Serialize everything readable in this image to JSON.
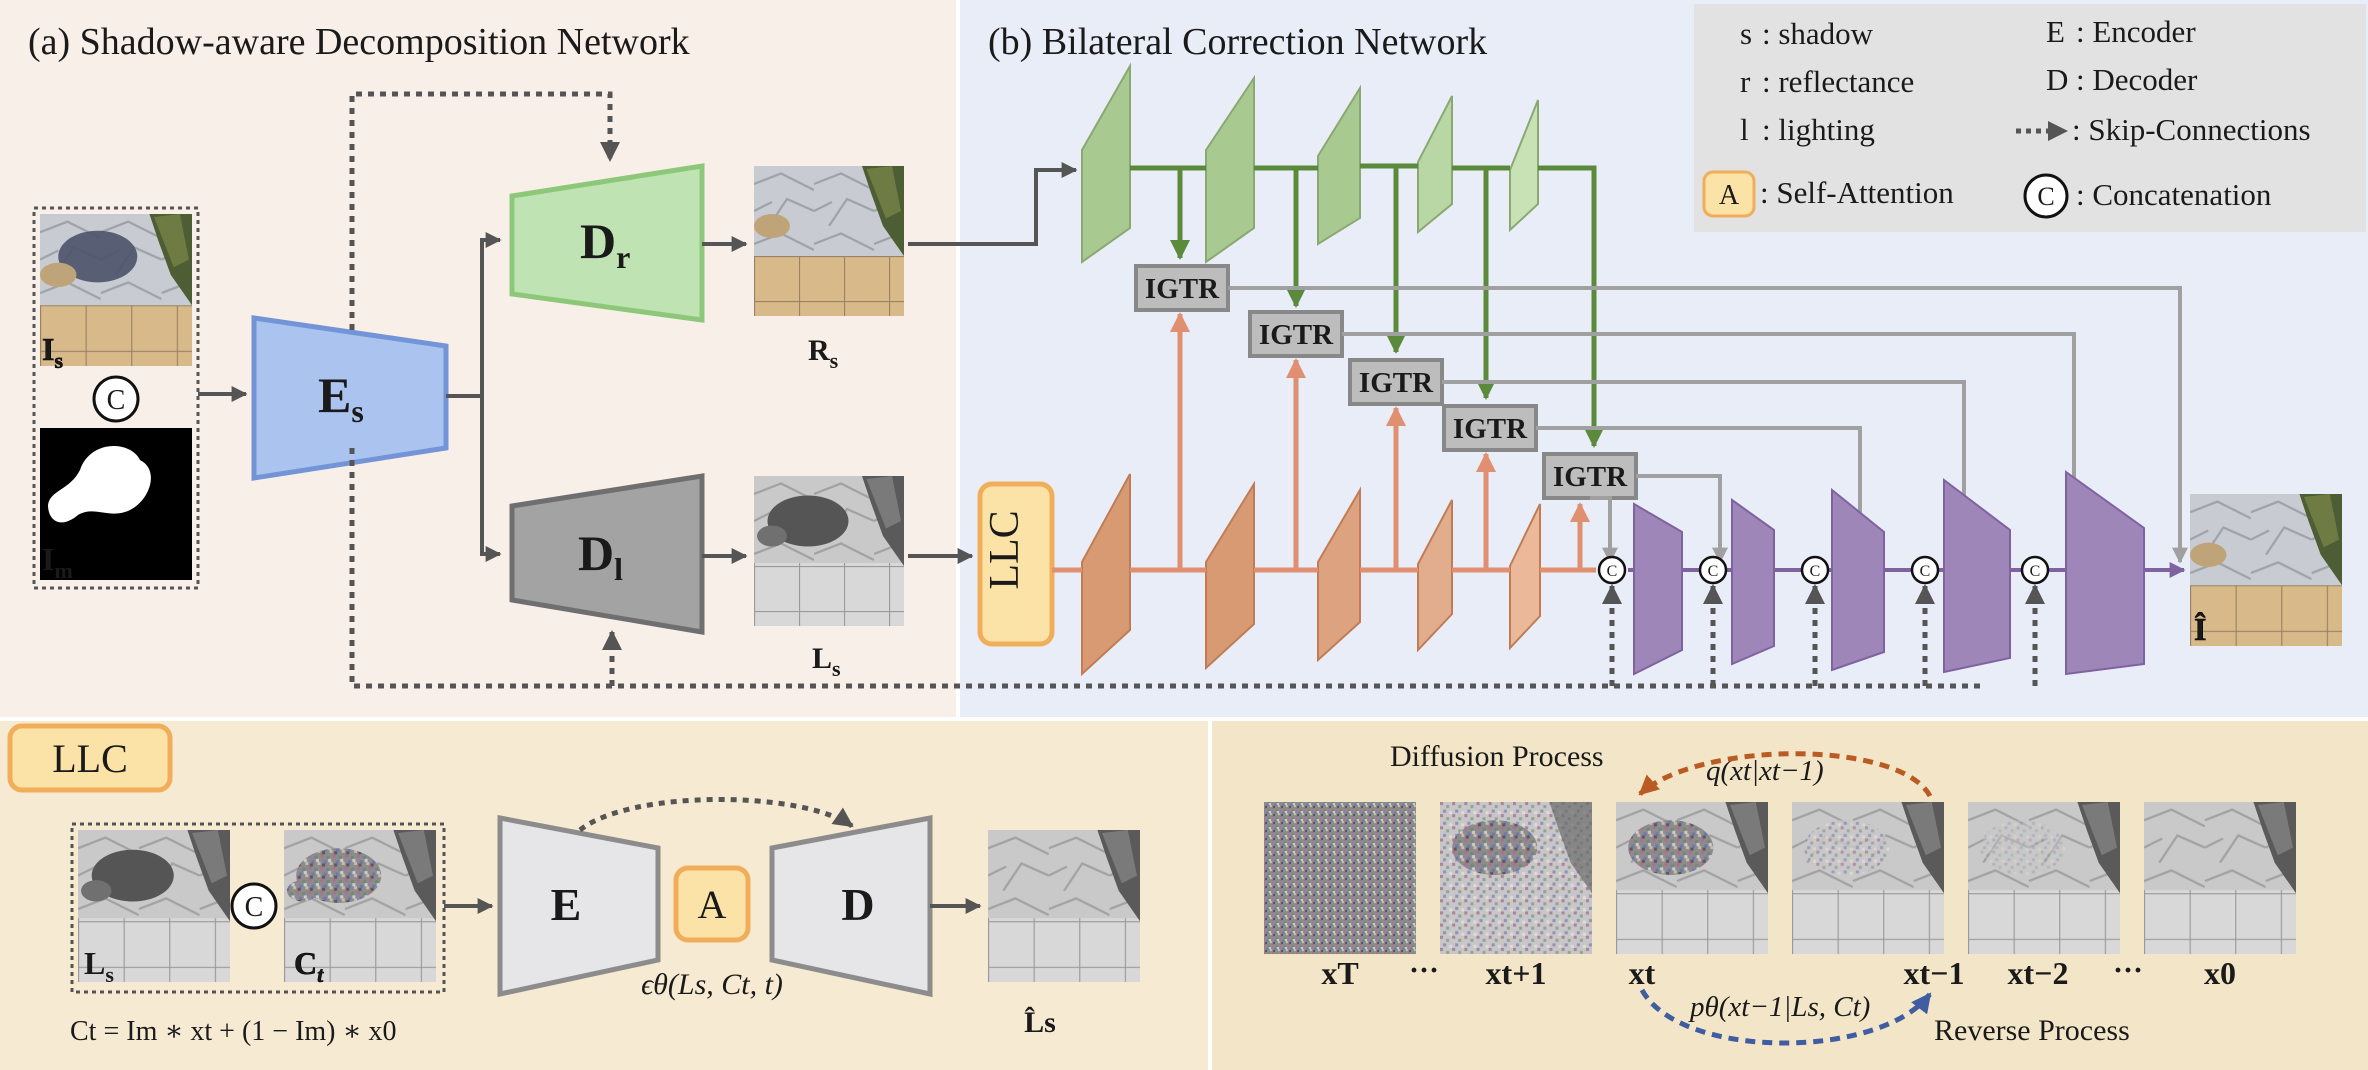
{
  "panel_a": {
    "title": "(a) Shadow-aware Decomposition Network"
  },
  "panel_b": {
    "title": "(b) Bilateral Correction Network"
  },
  "legend": {
    "s_key": "s",
    "s_desc": ": shadow",
    "r_key": "r",
    "r_desc": ": reflectance",
    "l_key": "l",
    "l_desc": ": lighting",
    "a_key": "A",
    "a_desc": ": Self-Attention",
    "e_key": "E",
    "e_desc": ": Encoder",
    "d_key": "D",
    "d_desc": ": Decoder",
    "skip_desc": ": Skip-Connections",
    "c_key": "C",
    "c_desc": ": Concatenation"
  },
  "labels": {
    "Es_main": "E",
    "Es_sub": "s",
    "Dr_main": "D",
    "Dr_sub": "r",
    "Dl_main": "D",
    "Dl_sub": "l",
    "Is_main": "I",
    "Is_sub": "s",
    "Im_main": "I",
    "Im_sub": "m",
    "Rs_main": "R",
    "Rs_sub": "s",
    "Ls_main": "L",
    "Ls_sub": "s",
    "llc_block": "LLC",
    "igtr": "IGTR",
    "output": "Î",
    "concat": "C"
  },
  "llc_panel": {
    "tag": "LLC",
    "encoder": "E",
    "attention": "A",
    "decoder": "D",
    "ls_label": "L",
    "ls_sub": "s",
    "ct_label": "C",
    "ct_sub": "t",
    "eps": "ϵθ(Ls, Ct, t)",
    "out_label": "L̂s",
    "formula": "Ct = Im ∗ xt + (1 − Im) ∗ x0"
  },
  "diffusion_panel": {
    "diffusion_label": "Diffusion Process",
    "reverse_label": "Reverse Process",
    "q_expr": "q(xt|xt−1)",
    "p_expr": "pθ(xt−1|Ls, Ct)",
    "steps": [
      "xT",
      "···",
      "xt+1",
      "xt",
      "xt−1",
      "xt−2",
      "···",
      "x0"
    ]
  },
  "colors": {
    "panel_a_bg": "#f9efe9",
    "panel_b_bg": "#e9edf8",
    "bottom_bg": "#f6ead2",
    "green": "#a8c98f",
    "orange": "#d89a72",
    "purple": "#9f86b8",
    "blue_enc": "#aac4ef",
    "gray_dec": "#a3a3a3",
    "llc_fill": "#fbe2a6",
    "llc_stroke": "#f0ae5a"
  }
}
